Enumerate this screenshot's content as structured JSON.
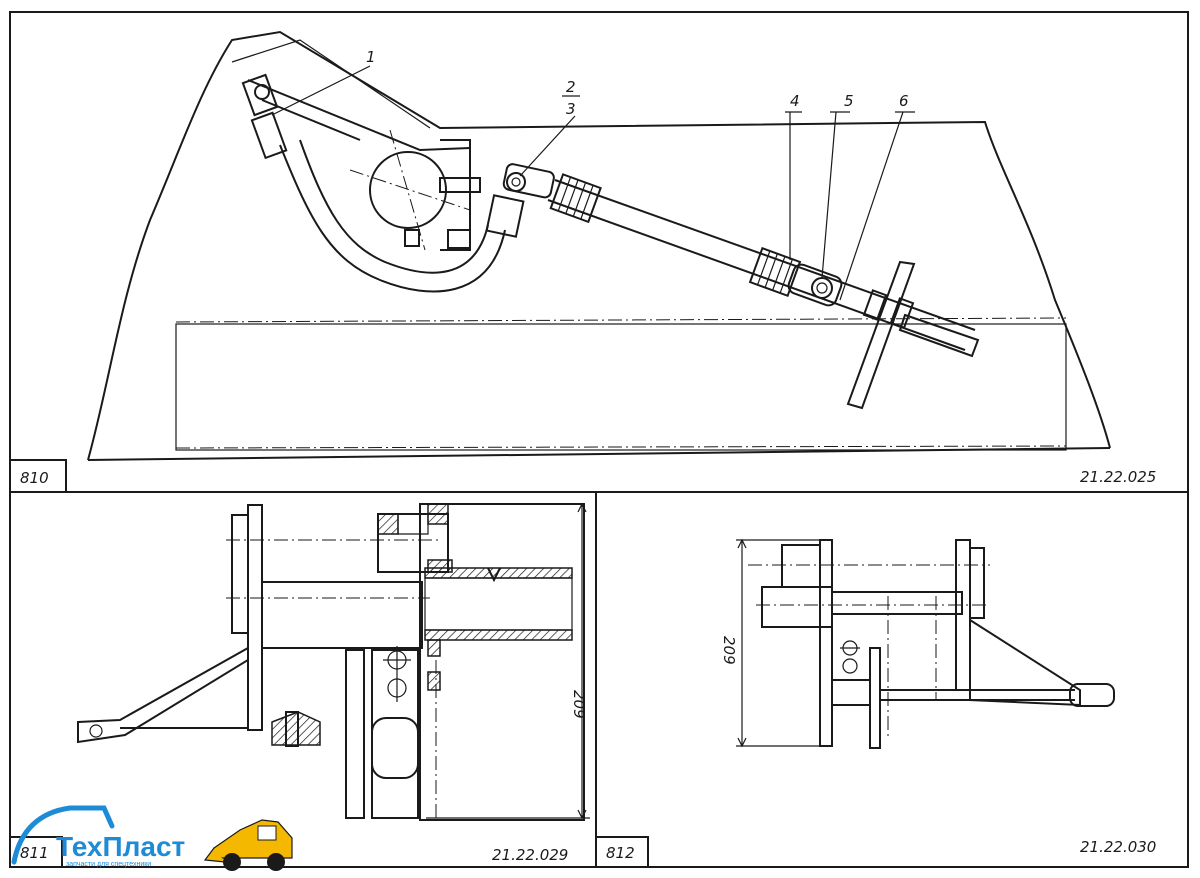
{
  "panels": {
    "top": {
      "number": "810",
      "code": "21.22.025"
    },
    "bottom_left": {
      "number": "811",
      "code": "21.22.029",
      "dimension": "209"
    },
    "bottom_right": {
      "number": "812",
      "code": "21.22.030",
      "dimension": "209"
    }
  },
  "callouts": [
    "1",
    "2",
    "3",
    "4",
    "5",
    "6"
  ],
  "logo": {
    "name": "ТехПласт",
    "tagline": "запчасти для спецтехники",
    "color": "#1e8bd6",
    "accent": "#f5b800"
  }
}
